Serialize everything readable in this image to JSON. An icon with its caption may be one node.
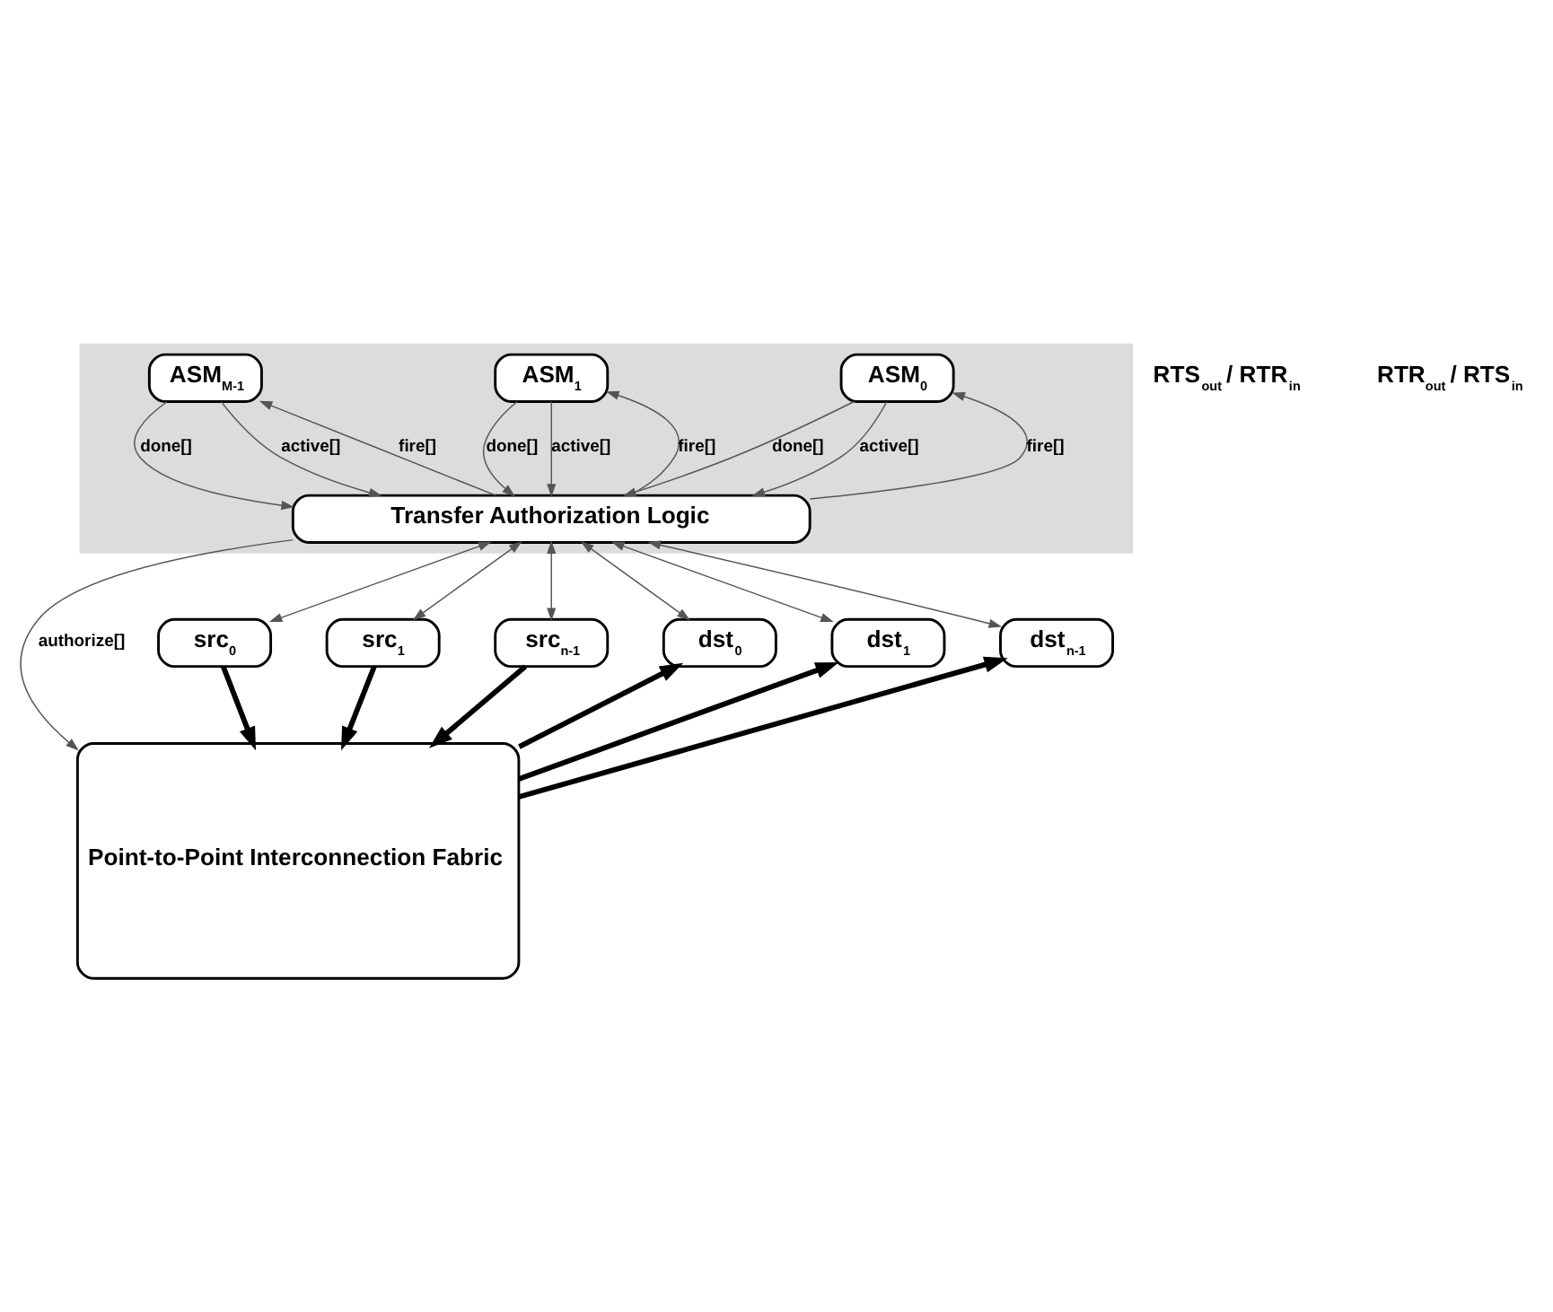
{
  "diagram": {
    "nodes": [
      {
        "text": [],
        "shape": "box"
      },
      {
        "text": [
          "ASM$_{0}$"
        ],
        "in": 0
      },
      {
        "text": [
          "ASM$_{1}$"
        ],
        "in": 0
      },
      {
        "text": [
          "ASM$_{M-1}$"
        ],
        "in": 0
      },
      {
        "text": [
          "Transfer Authorization Logic"
        ],
        "in": 0
      },
      {
        "text": [
          "Point-to-Point Interconnection Fabric"
        ]
      },
      {
        "text": [
          "src$_{0}$"
        ]
      },
      {
        "text": [
          "src$_{1}$"
        ]
      },
      {
        "text": [
          "src$_{n-1}$"
        ]
      },
      {
        "text": [
          "dst$_{0}$"
        ]
      },
      {
        "text": [
          "dst$_{1}$"
        ]
      },
      {
        "text": [
          "dst$_{n-1}$"
        ]
      }
    ],
    "edges": [
      {
        "from": 4,
        "to": 1,
        "arrow": "to",
        "label": "fire[]"
      },
      {
        "from": 1,
        "to": 4,
        "arrow": "to",
        "label": "done[]"
      },
      {
        "from": 1,
        "to": 4,
        "arrow": "to",
        "label": "active[]"
      },
      {
        "from": 4,
        "to": 2,
        "arrow": "to",
        "label": "fire[]"
      },
      {
        "from": 2,
        "to": 4,
        "arrow": "to",
        "label": "done[]"
      },
      {
        "from": 2,
        "to": 4,
        "arrow": "to",
        "label": "active[]"
      },
      {
        "from": 4,
        "to": 3,
        "arrow": "to",
        "label": "fire[]"
      },
      {
        "from": 3,
        "to": 4,
        "arrow": "to",
        "label": "done[]"
      },
      {
        "from": 3,
        "to": 4,
        "arrow": "to",
        "label": "active[]"
      },
      {
        "from": 4,
        "to": 5,
        "arrow": "to",
        "label": "authorize[]"
      },
      {
        "from": 4,
        "to": 6,
        "arrow": "both"
      },
      {
        "from": 4,
        "to": 7,
        "arrow": "both"
      },
      {
        "from": 4,
        "to": 8,
        "arrow": "both"
      },
      {
        "from": 4,
        "to": 9,
        "arrow": "both"
      },
      {
        "from": 4,
        "to": 10,
        "arrow": "both"
      },
      {
        "from": 4,
        "to": 11,
        "arrow": "both"
      },
      {
        "from": 6,
        "to": 5,
        "arrow": "to",
        "style": "thick"
      },
      {
        "from": 7,
        "to": 5,
        "arrow": "to",
        "style": "thick"
      },
      {
        "from": 8,
        "to": 5,
        "arrow": "to",
        "style": "thick"
      },
      {
        "from": 5,
        "to": 9,
        "arrow": "to",
        "style": "thick"
      },
      {
        "from": 5,
        "to": 10,
        "arrow": "to",
        "style": "thick"
      },
      {
        "from": 5,
        "to": 11,
        "arrow": "to",
        "style": "thick"
      }
    ],
    "labels": [
      "RTS$_{out}$ / RTR$_{in}$",
      "RTR$_{out}$ / RTS$_{in}$"
    ]
  }
}
